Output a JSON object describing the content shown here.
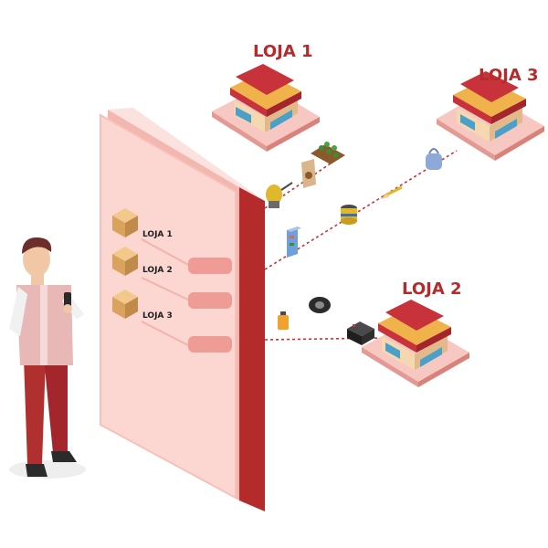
{
  "stores": [
    {
      "label": "LOJA 1"
    },
    {
      "label": "LOJA 3"
    },
    {
      "label": "LOJA 2"
    }
  ],
  "app_list": {
    "items": [
      {
        "label": "LOJA 1"
      },
      {
        "label": "LOJA 2"
      },
      {
        "label": "LOJA 3"
      }
    ]
  },
  "colors": {
    "phone_body": "#f8c9c3",
    "phone_edge": "#b52b2b",
    "store_roof": "#c8323a",
    "store_awning": "#e7615f",
    "person_pants": "#b0302f",
    "connector": "#c8323a"
  },
  "icons": [
    "store-icon",
    "box-icon",
    "person-icon",
    "product-icon"
  ]
}
